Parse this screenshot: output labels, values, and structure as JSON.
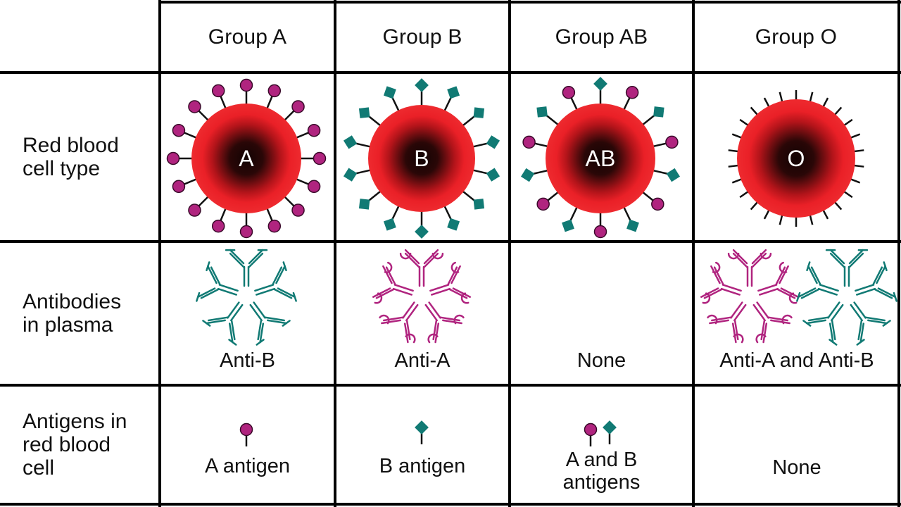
{
  "columns": [
    "Group A",
    "Group B",
    "Group AB",
    "Group O"
  ],
  "row_labels": {
    "cell_type": [
      "Red blood",
      "cell type"
    ],
    "antibodies": [
      "Antibodies",
      "in plasma"
    ],
    "antigens": [
      "Antigens in",
      "red blood",
      "cell"
    ]
  },
  "cell_letters": [
    "A",
    "B",
    "AB",
    "O"
  ],
  "antibody_captions": [
    "Anti-B",
    "Anti-A",
    "None",
    "Anti-A and Anti-B"
  ],
  "antigen_captions": {
    "a": [
      "A antigen"
    ],
    "b": [
      "B antigen"
    ],
    "ab": [
      "A and B",
      "antigens"
    ],
    "o": [
      "None"
    ]
  },
  "colors": {
    "cell_red": "#ea2027",
    "cell_core": "#1a0606",
    "antigen_a": "#b0247f",
    "antigen_b": "#117a74",
    "grid_line": "#000000"
  },
  "icons": [
    "a-antigen-icon",
    "b-antigen-icon",
    "antibody-icon",
    "red-blood-cell-icon"
  ]
}
